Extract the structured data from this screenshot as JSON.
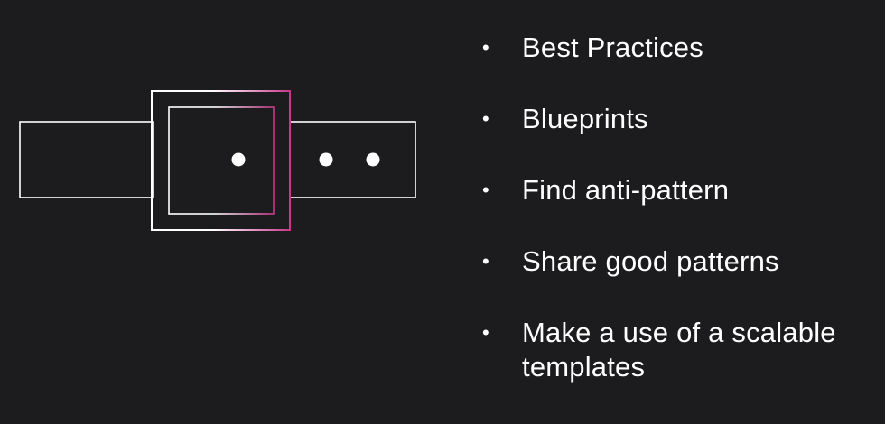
{
  "slide": {
    "bullets": [
      "Best Practices",
      "Blueprints",
      "Find anti-pattern",
      "Share good patterns",
      "Make a use of a scalable templates"
    ],
    "bullet_symbol": "•"
  },
  "illustration": {
    "name": "belt-icon",
    "stroke_color": "#ffffff",
    "gradient_start": "#ffffff",
    "gradient_end": "#c8388a",
    "hole_color": "#ffffff"
  }
}
